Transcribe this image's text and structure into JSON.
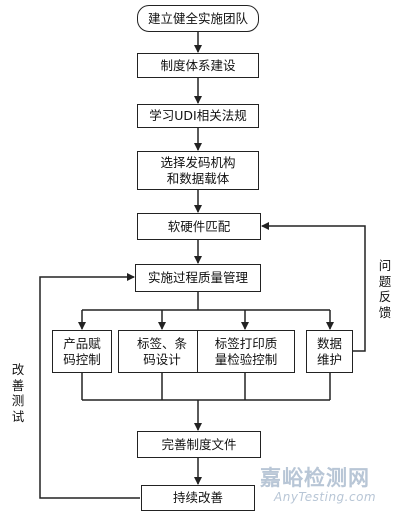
{
  "flow": {
    "step1": "建立健全实施团队",
    "step2": "制度体系建设",
    "step3": "学习UDI相关法规",
    "step4": "选择发码机构\n和数据载体",
    "step5": "软硬件匹配",
    "step6": "实施过程质量管理",
    "sub1": "产品赋\n码控制",
    "sub2": "标签、条\n码设计",
    "sub3": "标签打印质\n量检验控制",
    "sub4": "数据\n维护",
    "step7": "完善制度文件",
    "step8": "持续改善"
  },
  "loops": {
    "right_label": "问题反馈",
    "left_label": "改善测试"
  },
  "watermark": {
    "cn": "嘉峪检测网",
    "en": "AnyTesting.com"
  }
}
